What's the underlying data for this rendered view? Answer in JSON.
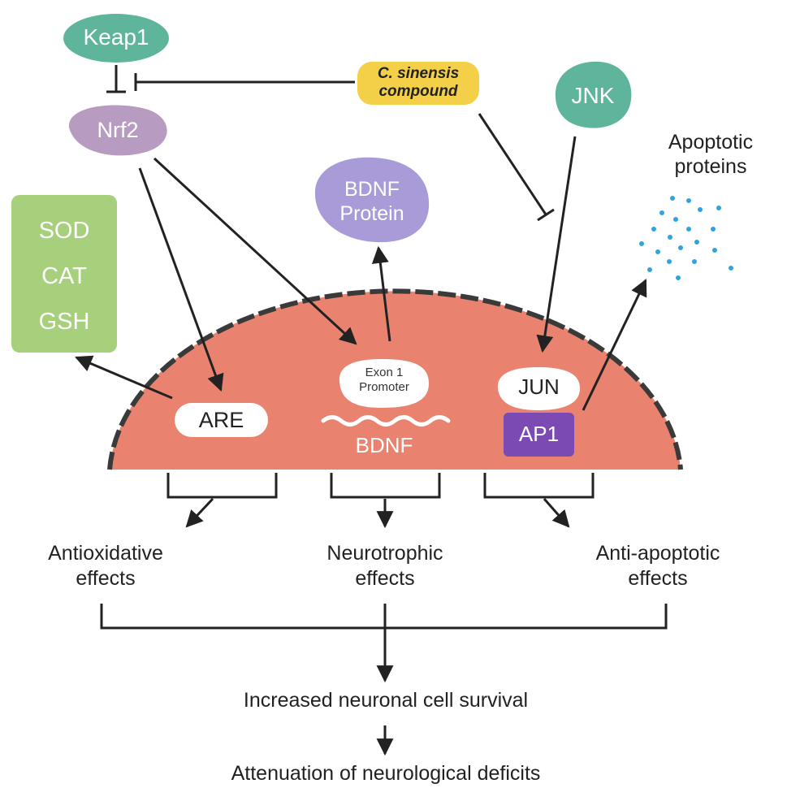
{
  "colors": {
    "keap1": "#5fb59c",
    "nrf2": "#b89bc0",
    "compound": "#f4cf48",
    "jnk": "#5fb59c",
    "bdnf_protein": "#a99bd8",
    "enzymes": "#a6d07c",
    "nucleus": "#e9826f",
    "membrane": "#3a3a3a",
    "ap1": "#7b4bb3",
    "dots": "#2fa4e0",
    "arrow": "#222222"
  },
  "nodes": {
    "keap1": "Keap1",
    "nrf2": "Nrf2",
    "compound_line1": "C. sinensis",
    "compound_line2": "compound",
    "jnk": "JNK",
    "bdnf_protein_line1": "BDNF",
    "bdnf_protein_line2": "Protein",
    "enzymes": [
      "SOD",
      "CAT",
      "GSH"
    ],
    "apoptotic_line1": "Apoptotic",
    "apoptotic_line2": "proteins",
    "are": "ARE",
    "promoter_line1": "Exon 1",
    "promoter_line2": "Promoter",
    "bdnf_gene": "BDNF",
    "jun": "JUN",
    "ap1": "AP1"
  },
  "effects": {
    "antioxidative_line1": "Antioxidative",
    "antioxidative_line2": "effects",
    "neurotrophic_line1": "Neurotrophic",
    "neurotrophic_line2": "effects",
    "antiapoptotic_line1": "Anti-apoptotic",
    "antiapoptotic_line2": "effects"
  },
  "outcomes": {
    "survival": "Increased neuronal cell survival",
    "attenuation": "Attenuation of neurological deficits"
  }
}
